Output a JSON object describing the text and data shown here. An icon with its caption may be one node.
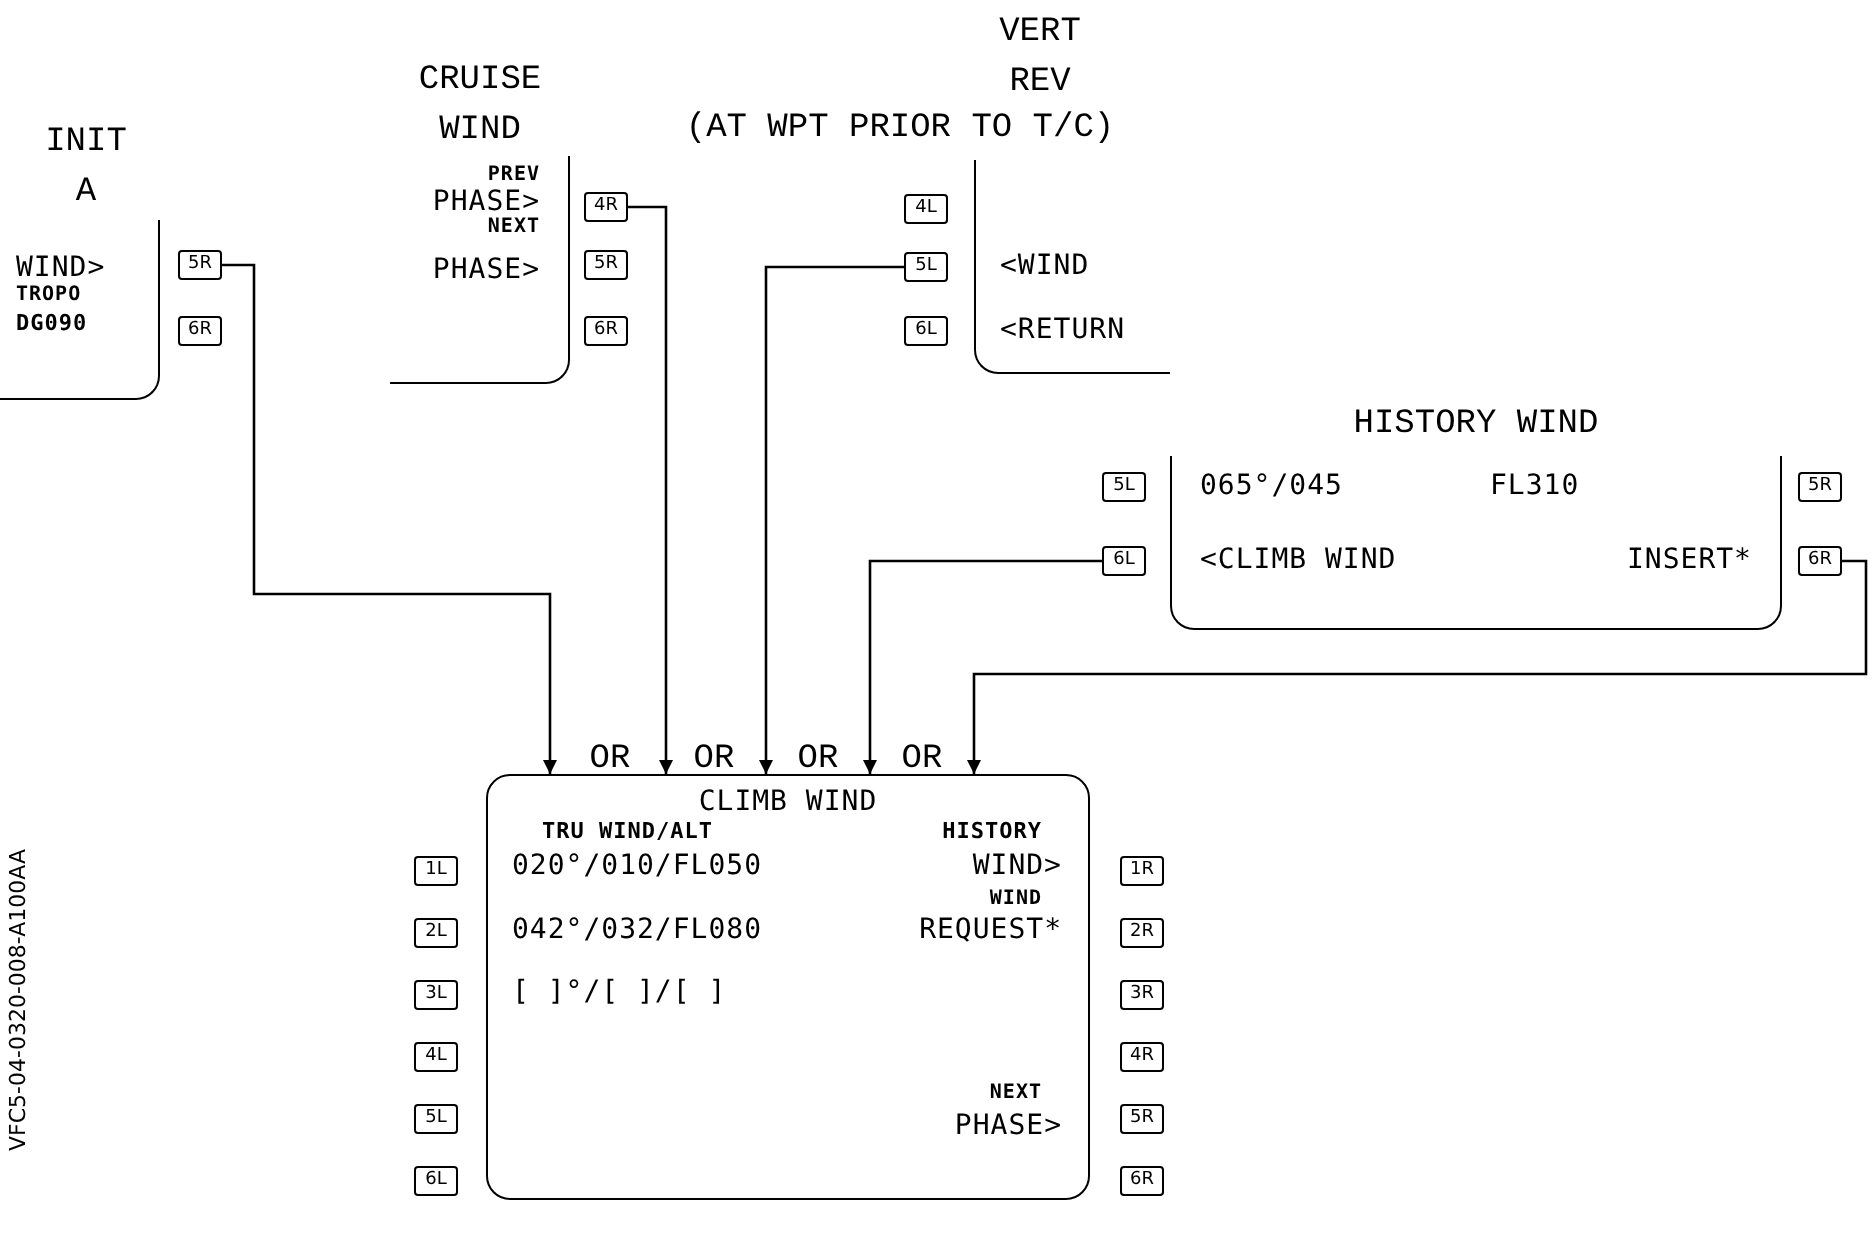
{
  "diagram": {
    "nodes": [
      {
        "text": [
          "INIT A",
          "WIND>",
          "TROPO",
          "DG090"
        ]
      },
      {
        "text": [
          "5R"
        ]
      },
      {
        "text": [
          "6R"
        ]
      },
      {
        "text": [
          "CRUISE WIND",
          "PREV",
          "PHASE>",
          "NEXT",
          "PHASE>"
        ]
      },
      {
        "text": [
          "4R"
        ]
      },
      {
        "text": [
          "5R"
        ]
      },
      {
        "text": [
          "6R"
        ]
      },
      {
        "text": [
          "VERT REV",
          "(AT WPT PRIOR TO T/C)",
          "<WIND",
          "<RETURN"
        ]
      },
      {
        "text": [
          "4L"
        ]
      },
      {
        "text": [
          "5L"
        ]
      },
      {
        "text": [
          "6L"
        ]
      },
      {
        "text": [
          "HISTORY WIND",
          "065°/045",
          "FL310",
          "<CLIMB WIND",
          "INSERT*"
        ]
      },
      {
        "text": [
          "5L"
        ]
      },
      {
        "text": [
          "6L"
        ]
      },
      {
        "text": [
          "5R"
        ]
      },
      {
        "text": [
          "6R"
        ]
      },
      {
        "text": [
          "CLIMB WIND",
          "TRU WIND/ALT",
          "HISTORY",
          "020°/010/FL050",
          "WIND>",
          "WIND",
          "042°/032/FL080",
          "REQUEST*",
          "[ ]°/[ ]/[ ]",
          "NEXT",
          "PHASE>"
        ]
      },
      {
        "text": [
          "1L"
        ]
      },
      {
        "text": [
          "2L"
        ]
      },
      {
        "text": [
          "3L"
        ]
      },
      {
        "text": [
          "4L"
        ]
      },
      {
        "text": [
          "5L"
        ]
      },
      {
        "text": [
          "6L"
        ]
      },
      {
        "text": [
          "1R"
        ]
      },
      {
        "text": [
          "2R"
        ]
      },
      {
        "text": [
          "3R"
        ]
      },
      {
        "text": [
          "4R"
        ]
      },
      {
        "text": [
          "5R"
        ]
      },
      {
        "text": [
          "6R"
        ]
      }
    ],
    "edges": [
      {
        "from": 1,
        "to": 16,
        "arrow": "to"
      },
      {
        "from": 4,
        "to": 16,
        "arrow": "to"
      },
      {
        "from": 9,
        "to": 16,
        "arrow": "to"
      },
      {
        "from": 13,
        "to": 16,
        "arrow": "to"
      },
      {
        "from": 15,
        "to": 16,
        "arrow": "to"
      }
    ],
    "labels": [
      "OR",
      "OR",
      "OR",
      "OR",
      "VFC5-04-0320-008-A100AA"
    ]
  }
}
